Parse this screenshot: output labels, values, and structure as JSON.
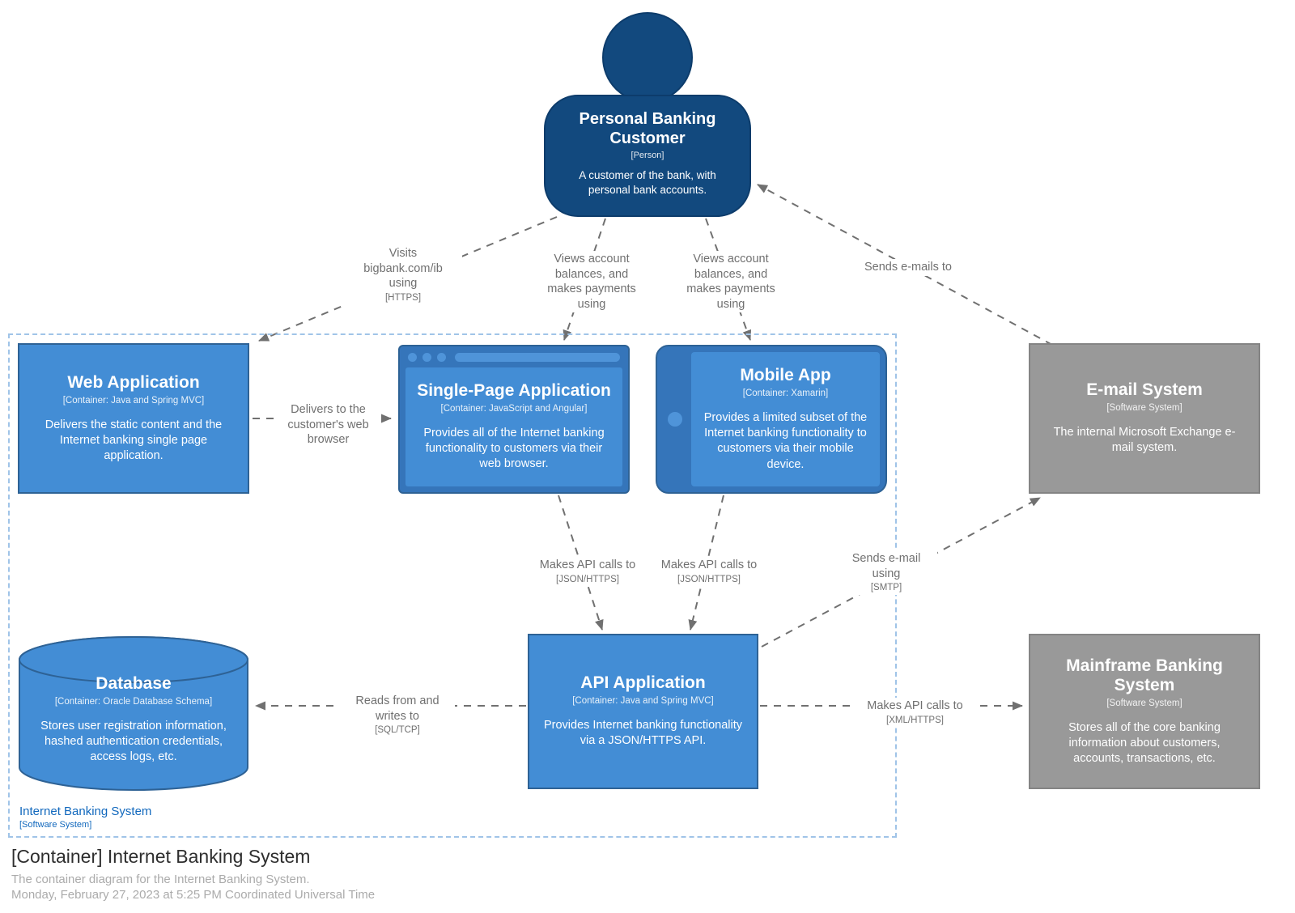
{
  "diagram": {
    "title": "[Container] Internet Banking System",
    "description": "The container diagram for the Internet Banking System.",
    "timestamp": "Monday, February 27, 2023 at 5:25 PM Coordinated Universal Time",
    "boundary": {
      "name": "Internet Banking System",
      "meta": "[Software System]"
    }
  },
  "nodes": {
    "person": {
      "name": "Personal Banking Customer",
      "meta": "[Person]",
      "description": "A customer of the bank, with personal bank accounts."
    },
    "web_app": {
      "name": "Web Application",
      "meta": "[Container: Java and Spring MVC]",
      "description": "Delivers the static content and the Internet banking single page application."
    },
    "spa": {
      "name": "Single-Page Application",
      "meta": "[Container: JavaScript and Angular]",
      "description": "Provides all of the Internet banking functionality to customers via their web browser."
    },
    "mobile_app": {
      "name": "Mobile App",
      "meta": "[Container: Xamarin]",
      "description": "Provides a limited subset of the Internet banking functionality to customers via their mobile device."
    },
    "email_system": {
      "name": "E-mail System",
      "meta": "[Software System]",
      "description": "The internal Microsoft Exchange e-mail system."
    },
    "database": {
      "name": "Database",
      "meta": "[Container: Oracle Database Schema]",
      "description": "Stores user registration information, hashed authentication credentials, access logs, etc."
    },
    "api_app": {
      "name": "API Application",
      "meta": "[Container: Java and Spring MVC]",
      "description": "Provides Internet banking functionality via a JSON/HTTPS API."
    },
    "mainframe": {
      "name": "Mainframe Banking System",
      "meta": "[Software System]",
      "description": "Stores all of the core banking information about customers, accounts, transactions, etc."
    }
  },
  "edges": {
    "visits": {
      "lines": [
        "Visits",
        "bigbank.com/ib",
        "using"
      ],
      "tech": "[HTTPS]"
    },
    "views_spa": {
      "lines": [
        "Views account",
        "balances, and",
        "makes payments",
        "using"
      ]
    },
    "views_mobile": {
      "lines": [
        "Views account",
        "balances, and",
        "makes payments",
        "using"
      ]
    },
    "sends_emails_to": {
      "lines": [
        "Sends e-mails to"
      ]
    },
    "delivers": {
      "lines": [
        "Delivers to the",
        "customer's web",
        "browser"
      ]
    },
    "api_calls_spa": {
      "lines": [
        "Makes API calls to"
      ],
      "tech": "[JSON/HTTPS]"
    },
    "api_calls_mobile": {
      "lines": [
        "Makes API calls to"
      ],
      "tech": "[JSON/HTTPS]"
    },
    "sends_email_smtp": {
      "lines": [
        "Sends e-mail",
        "using"
      ],
      "tech": "[SMTP]"
    },
    "reads_writes": {
      "lines": [
        "Reads from and",
        "writes to"
      ],
      "tech": "[SQL/TCP]"
    },
    "api_calls_mainframe": {
      "lines": [
        "Makes API calls to"
      ],
      "tech": "[XML/HTTPS]"
    }
  },
  "colors": {
    "person": "#12497e",
    "container": "#438dd5",
    "container_border": "#2e6295",
    "external_system": "#999999",
    "edge": "#707070",
    "boundary_border": "#a0c4e8",
    "boundary_label": "#1168bd"
  }
}
